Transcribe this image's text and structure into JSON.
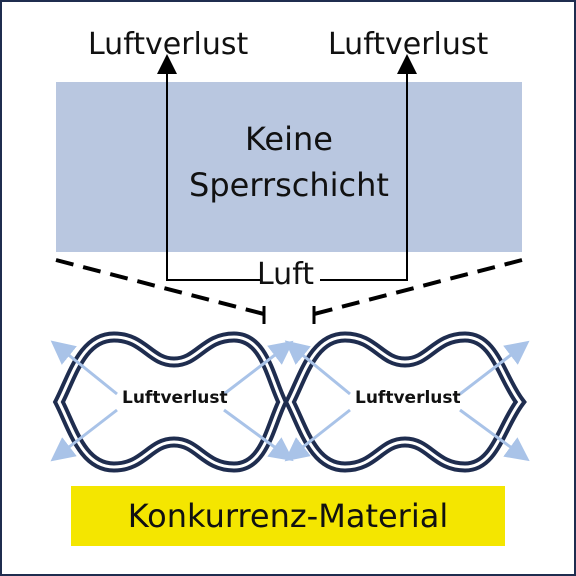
{
  "labels": {
    "air_loss_left": "Luftverlust",
    "air_loss_right": "Luftverlust",
    "barrier_line1": "Keine",
    "barrier_line2": "Sperrschicht",
    "air": "Luft",
    "cell_left": "Luftverlust",
    "cell_right": "Luftverlust",
    "material": "Konkurrenz-Material"
  },
  "colors": {
    "barrier_fill": "#b9c7e0",
    "cell_outline": "#1f2d4f",
    "arrow_light": "#a9c3e8",
    "material_fill": "#f4e600"
  }
}
